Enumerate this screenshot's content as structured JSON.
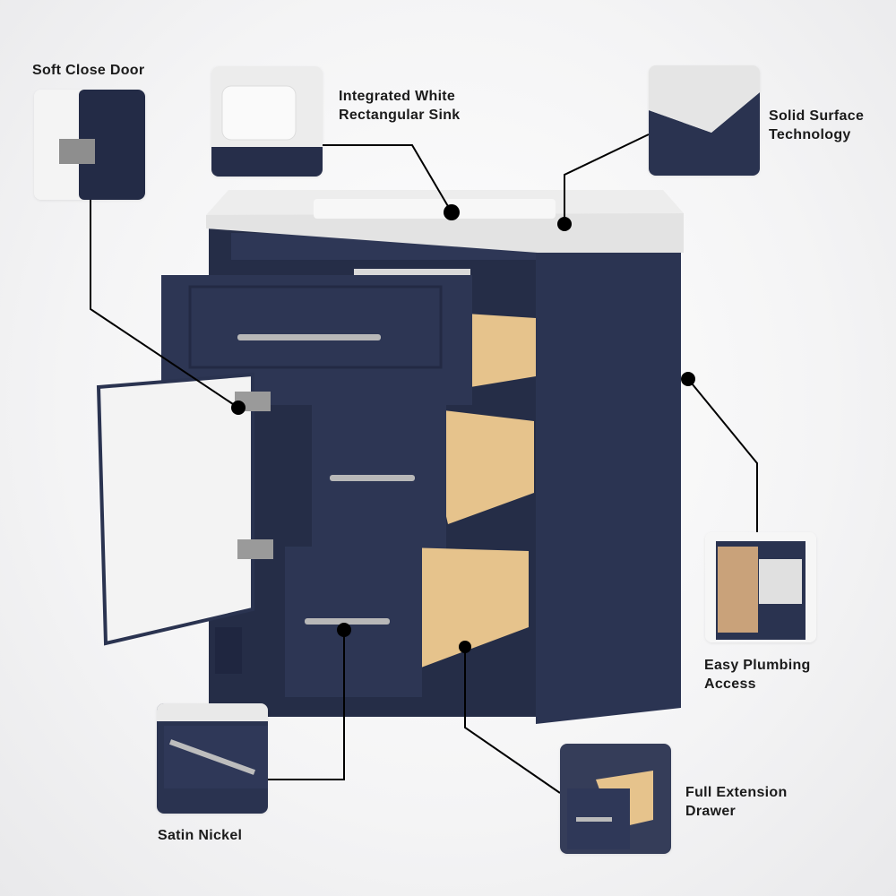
{
  "features": [
    {
      "id": "soft-close",
      "line1": "Soft Close Door",
      "line2": ""
    },
    {
      "id": "sink",
      "line1": "Integrated White",
      "line2": "Rectangular Sink"
    },
    {
      "id": "solid-surface",
      "line1": "Solid Surface",
      "line2": "Technology"
    },
    {
      "id": "plumbing",
      "line1": "Easy Plumbing",
      "line2": "Access"
    },
    {
      "id": "full-extension",
      "line1": "Full Extension",
      "line2": "Drawer"
    },
    {
      "id": "satin-nickel",
      "line1": "Satin Nickel",
      "line2": ""
    }
  ],
  "colors": {
    "cabinet": "#2a3350",
    "countertop": "#eeeeee",
    "wood": "#e6c38c",
    "hardware": "#b8b8b8",
    "callout": "#000000"
  }
}
